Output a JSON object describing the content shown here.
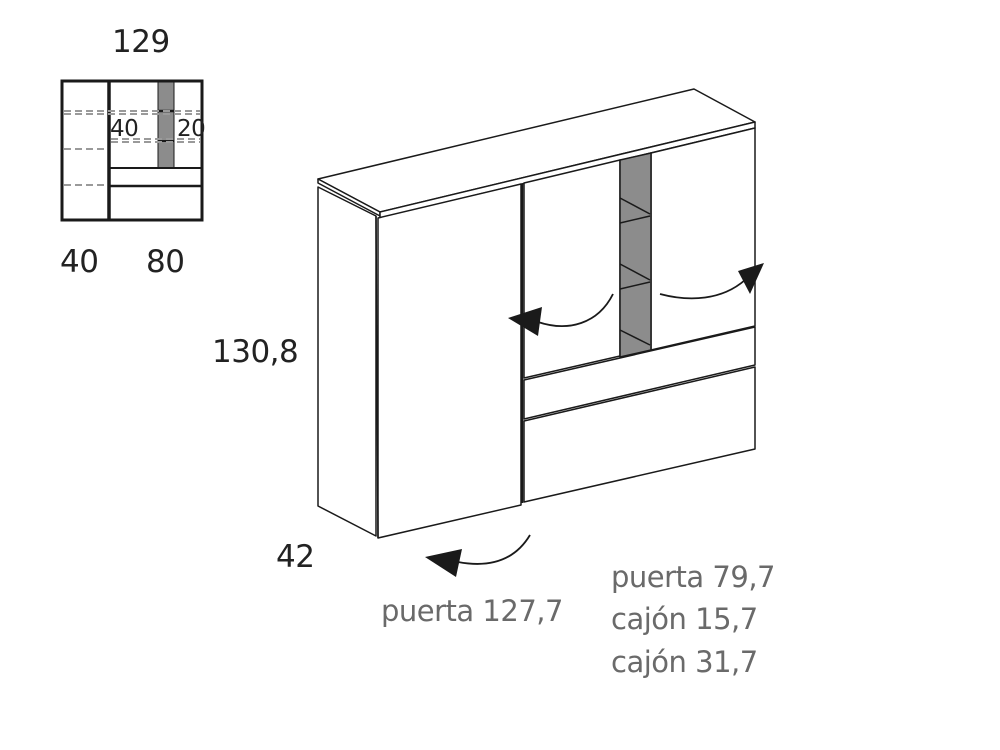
{
  "plan_view": {
    "width_total": "129",
    "left_module_width": "40",
    "right_module_width": "80",
    "inner_open_niche": "40",
    "inner_right_section": "20"
  },
  "isometric_view": {
    "height": "130,8",
    "depth": "42"
  },
  "fronts": {
    "left_door": "puerta 127,7",
    "right_items": [
      "puerta 79,7",
      "cajón 15,7",
      "cajón 31,7"
    ]
  },
  "colors": {
    "line": "#1a1a1a",
    "niche_fill": "#8c8c8c",
    "dashed": "#9a9a9a",
    "text_gray": "#6a6a6a"
  }
}
